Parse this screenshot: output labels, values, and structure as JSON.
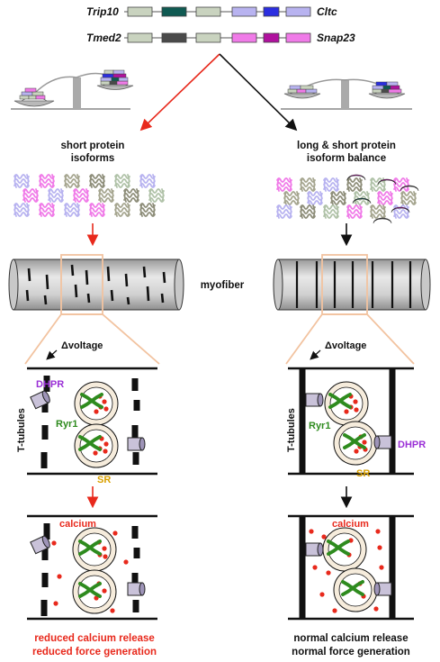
{
  "genes": {
    "trip10": "Trip10",
    "cltc": "Cltc",
    "tmed2": "Tmed2",
    "snap23": "Snap23"
  },
  "left": {
    "isoform_line1": "short  protein",
    "isoform_line2": "isoforms",
    "outcome_line1": "reduced calcium release",
    "outcome_line2": "reduced force generation"
  },
  "right": {
    "isoform_line1": "long & short  protein",
    "isoform_line2": "isoform balance",
    "outcome_line1": "normal calcium release",
    "outcome_line2": "normal force generation"
  },
  "labels": {
    "myofiber": "myofiber",
    "delta_voltage": "Δvoltage",
    "t_tubules": "T-tubules",
    "dhpr": "DHPR",
    "ryr1": "Ryr1",
    "sr": "SR",
    "calcium": "calcium"
  },
  "colors": {
    "red": "#e8291c",
    "green": "#2e8b1e",
    "purple": "#9a2fd6",
    "orange": "#d9a000",
    "peach": "#f2c3a0",
    "exon_gray": "#c9d3bf",
    "exon_teal": "#0f5a52",
    "exon_lavender": "#b8b3f0",
    "exon_blue": "#2b2ee0",
    "exon_dark": "#4a4a4a",
    "exon_pink": "#f07be8",
    "exon_magenta": "#b0119e",
    "fiber": "#d7d7d7"
  }
}
